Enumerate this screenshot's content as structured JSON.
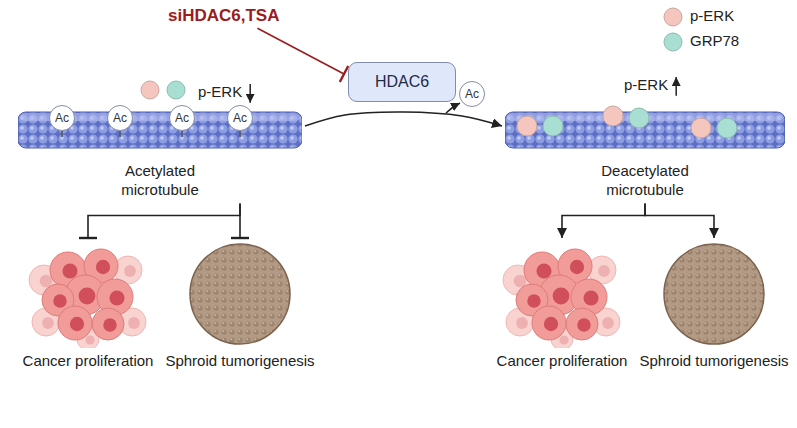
{
  "diagram": {
    "nodes": [
      {
        "text": [
          "siHDAC6,TSA"
        ]
      },
      {
        "text": [
          "HDAC6"
        ]
      },
      {
        "text": [
          "Ac"
        ]
      },
      {
        "text": [
          "Acetylated microtubule"
        ]
      },
      {
        "text": [
          "Ac"
        ],
        "in": 3
      },
      {
        "text": [
          "Ac"
        ],
        "in": 3
      },
      {
        "text": [
          "Ac"
        ],
        "in": 3
      },
      {
        "text": [
          "Ac"
        ],
        "in": 3
      },
      {
        "text": [
          "Deacetylated microtubule"
        ]
      },
      {
        "text": [
          "Cancer proliferation"
        ]
      },
      {
        "text": [
          "Sphroid tumorigenesis"
        ]
      },
      {
        "text": [
          "Cancer proliferation"
        ]
      },
      {
        "text": [
          "Sphroid tumorigenesis"
        ]
      }
    ],
    "edges": [
      {
        "from": 0,
        "to": 1,
        "arrow": "to"
      },
      {
        "from": 3,
        "to": 8,
        "arrow": "to"
      },
      {
        "from": 3,
        "to": 9,
        "arrow": "to"
      },
      {
        "from": 3,
        "to": 10,
        "arrow": "to"
      },
      {
        "from": 8,
        "to": 11,
        "arrow": "to"
      },
      {
        "from": 8,
        "to": 12,
        "arrow": "to"
      }
    ],
    "labels": [
      "p-ERK",
      "p-ERK"
    ],
    "legend": [
      {
        "text": "p-ERK",
        "color": "#f4c6be"
      },
      {
        "text": "GRP78",
        "color": "#a9dfd2"
      }
    ]
  }
}
